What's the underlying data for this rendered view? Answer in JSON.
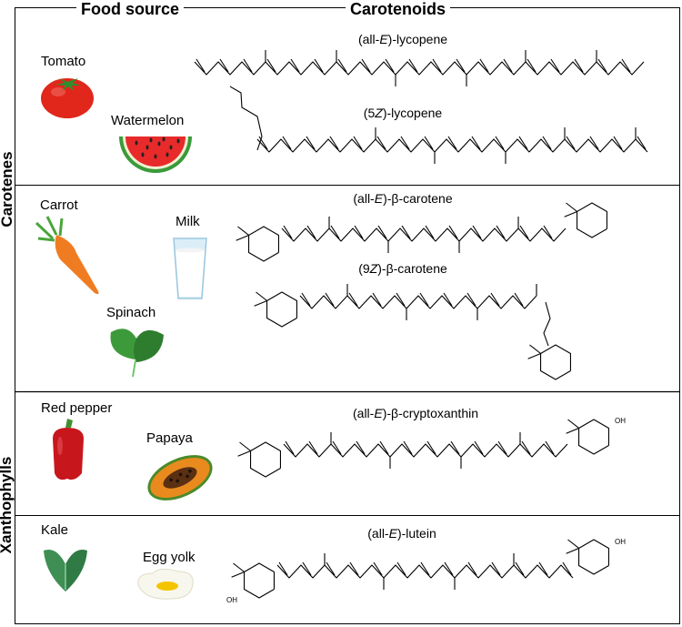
{
  "headers": {
    "food_source": "Food source",
    "carotenoids": "Carotenoids"
  },
  "groups": [
    {
      "label": "Carotenes"
    },
    {
      "label": "Xanthophylls"
    }
  ],
  "foods": [
    {
      "name": "Tomato"
    },
    {
      "name": "Watermelon"
    },
    {
      "name": "Carrot"
    },
    {
      "name": "Milk"
    },
    {
      "name": "Spinach"
    },
    {
      "name": "Red pepper"
    },
    {
      "name": "Papaya"
    },
    {
      "name": "Kale"
    },
    {
      "name": "Egg yolk"
    }
  ],
  "molecules": [
    {
      "prefix": "(all-",
      "iso": "E",
      "suffix": ")-lycopene"
    },
    {
      "prefix": "(5",
      "iso": "Z",
      "suffix": ")-lycopene"
    },
    {
      "prefix": "(all-",
      "iso": "E",
      "suffix": ")-β-carotene"
    },
    {
      "prefix": "(9",
      "iso": "Z",
      "suffix": ")-β-carotene"
    },
    {
      "prefix": "(all-",
      "iso": "E",
      "suffix": ")-β-cryptoxanthin"
    },
    {
      "prefix": "(all-",
      "iso": "E",
      "suffix": ")-lutein"
    }
  ],
  "hydroxyl_label": "OH",
  "colors": {
    "tomato": "#e1261c",
    "watermelon_rind": "#3a9a3a",
    "carrot": "#f07c22",
    "spinach": "#3d9a3a",
    "pepper": "#c8161d",
    "papaya": "#e98a1e",
    "kale": "#3f8f55",
    "yolk": "#f5c400"
  }
}
